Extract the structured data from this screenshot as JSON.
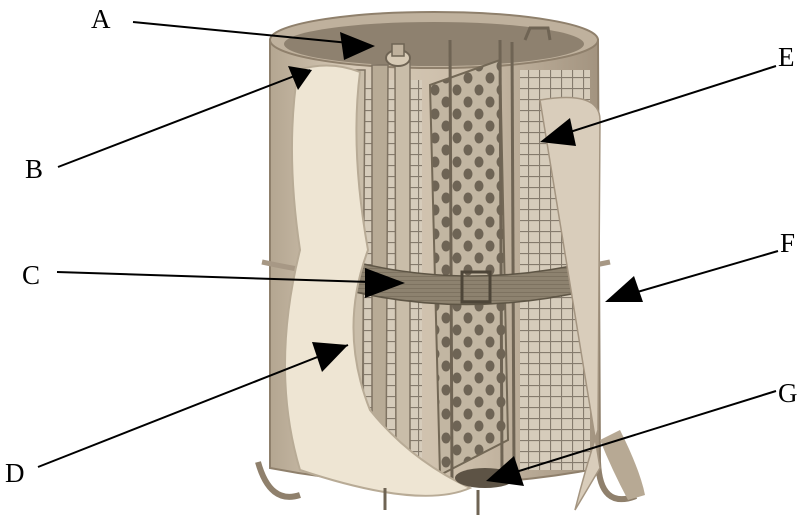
{
  "labels": {
    "A": "A",
    "B": "B",
    "C": "C",
    "D": "D",
    "E": "E",
    "F": "F",
    "G": "G"
  },
  "colors": {
    "background": "#ffffff",
    "shell": "#cdbfae",
    "shell_shadow": "#a89a88",
    "liner": "#ede4d2",
    "mesh": "#8b8276",
    "perforated": "#b6aa96",
    "band": "#807564",
    "arrow": "#000000"
  }
}
